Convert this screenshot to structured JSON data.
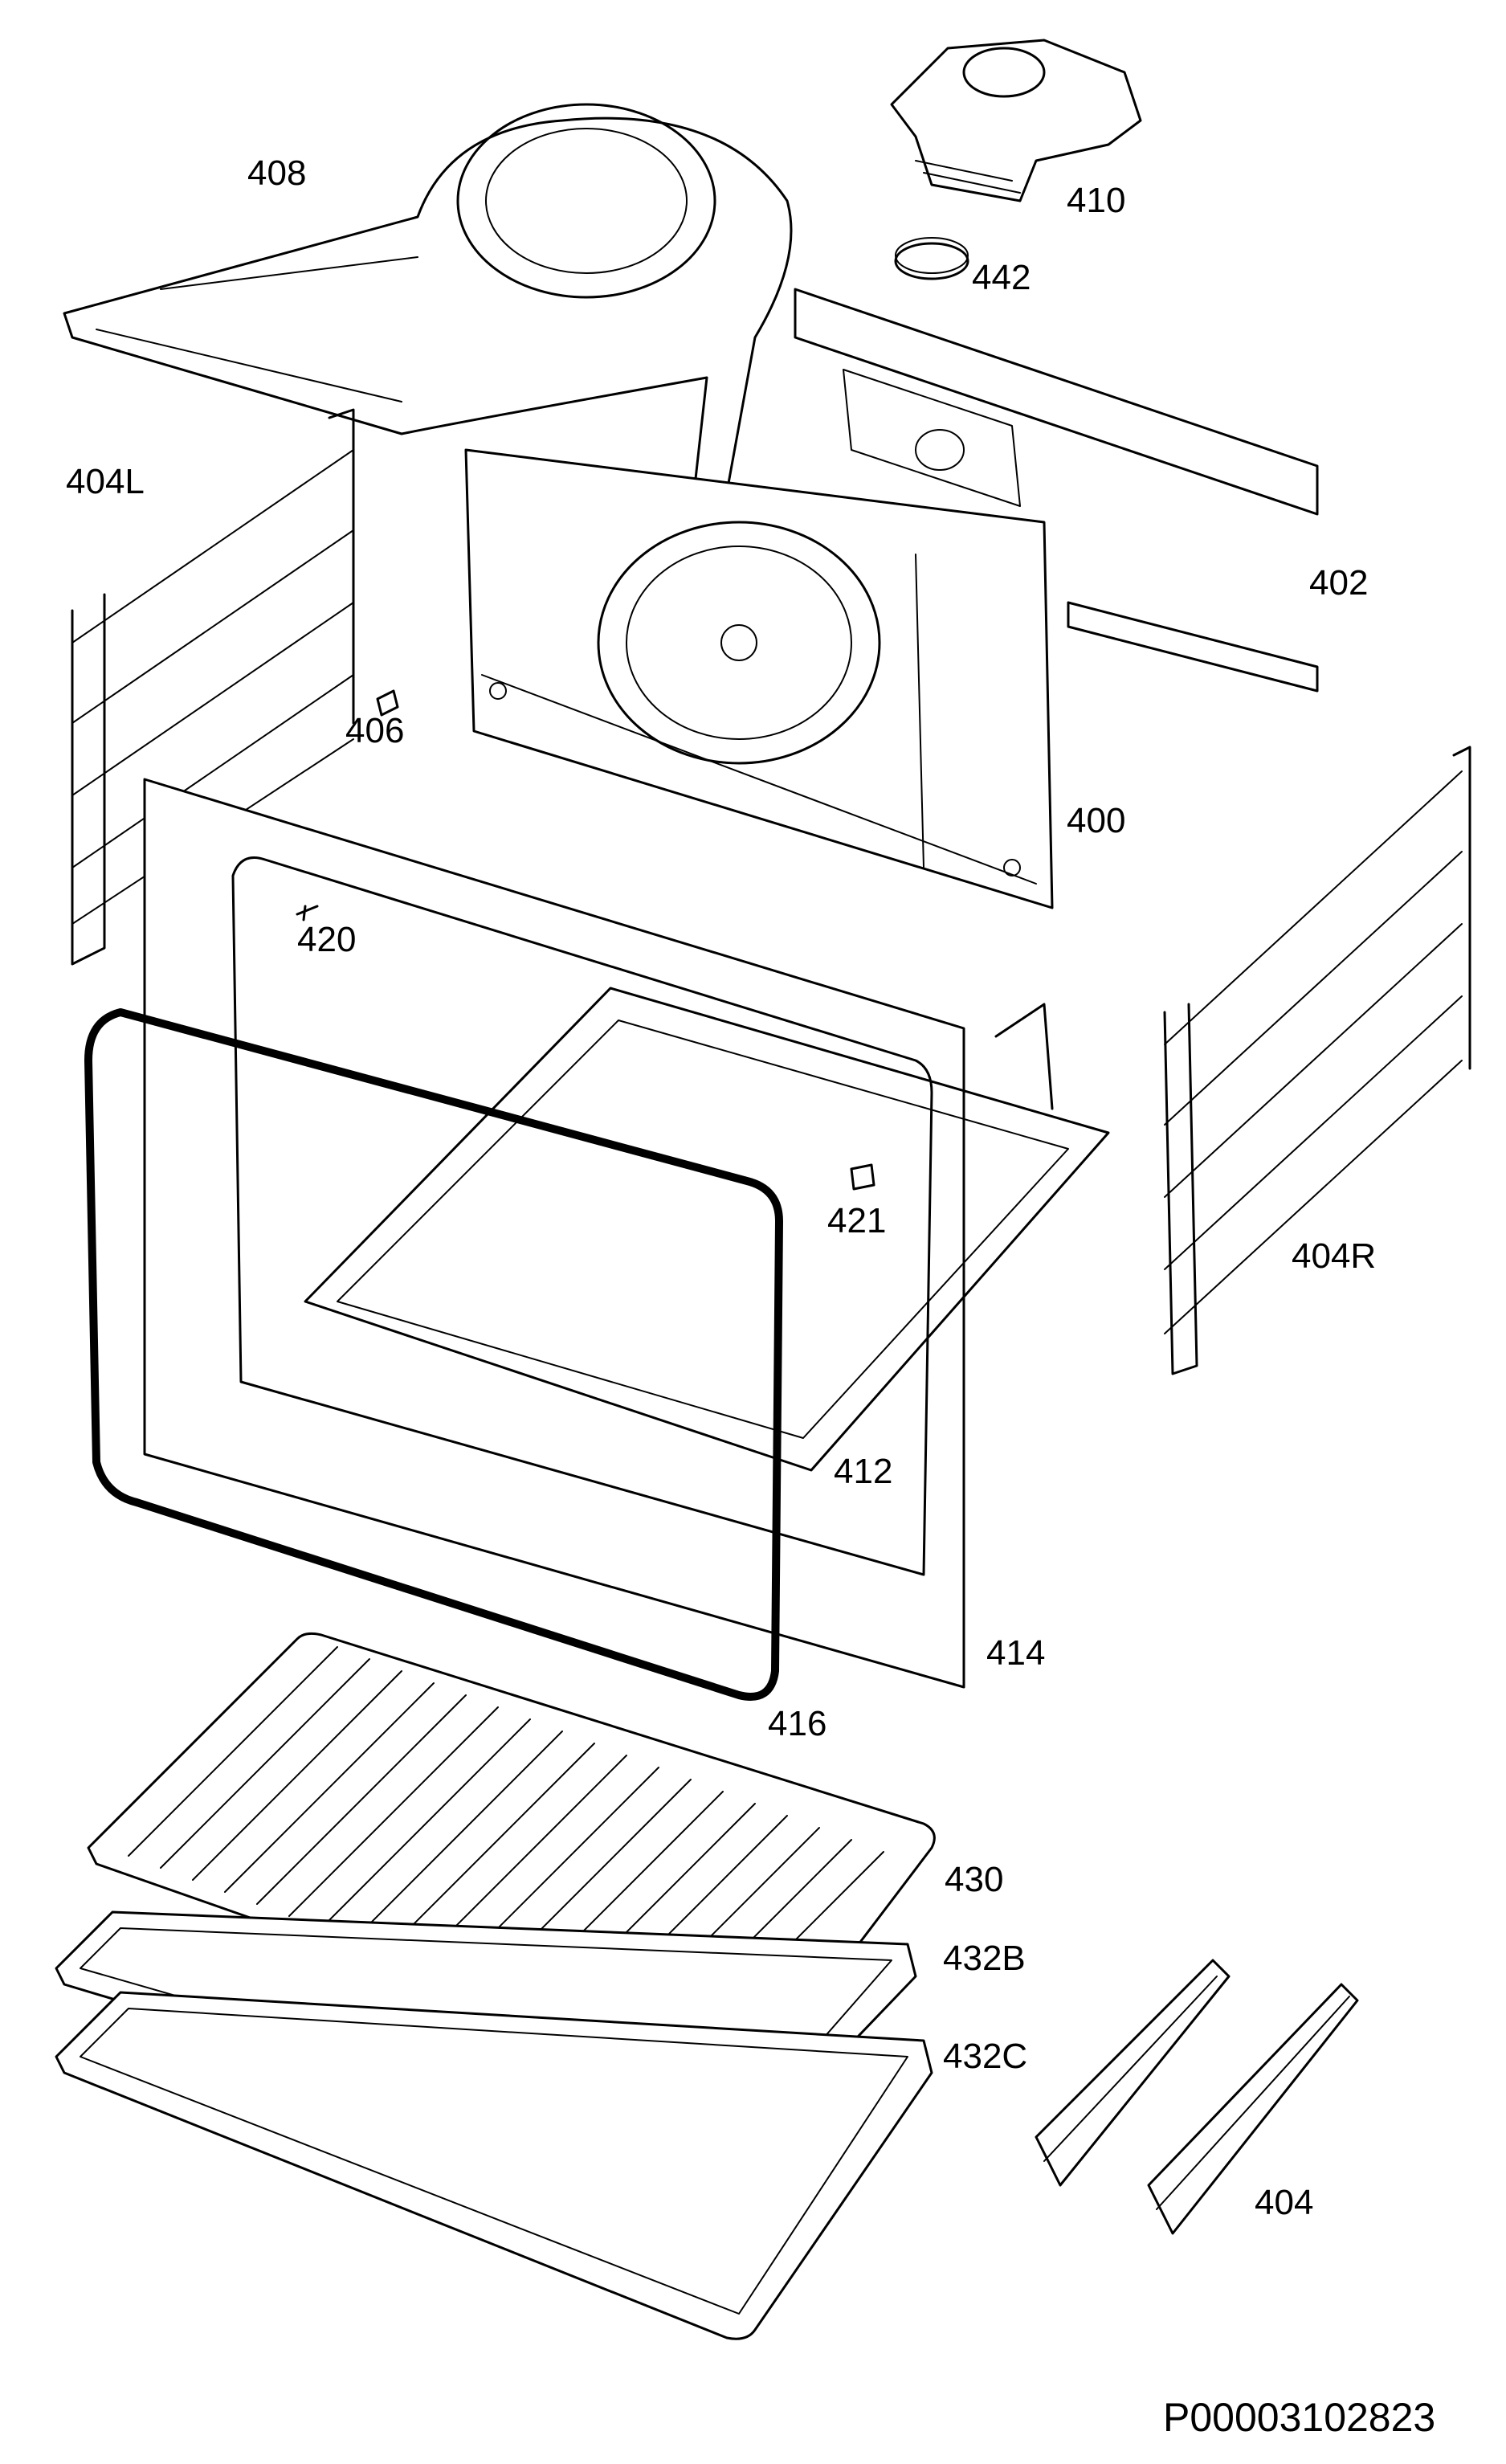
{
  "parts": [
    {
      "id": "p408",
      "label": "408"
    },
    {
      "id": "p410",
      "label": "410"
    },
    {
      "id": "p442",
      "label": "442"
    },
    {
      "id": "p404L",
      "label": "404L"
    },
    {
      "id": "p402",
      "label": "402"
    },
    {
      "id": "p406",
      "label": "406"
    },
    {
      "id": "p400",
      "label": "400"
    },
    {
      "id": "p420",
      "label": "420"
    },
    {
      "id": "p421",
      "label": "421"
    },
    {
      "id": "p404R",
      "label": "404R"
    },
    {
      "id": "p412",
      "label": "412"
    },
    {
      "id": "p414",
      "label": "414"
    },
    {
      "id": "p416",
      "label": "416"
    },
    {
      "id": "p430",
      "label": "430"
    },
    {
      "id": "p432B",
      "label": "432B"
    },
    {
      "id": "p432C",
      "label": "432C"
    },
    {
      "id": "p404",
      "label": "404"
    }
  ],
  "drawing_code": "P00003102823"
}
